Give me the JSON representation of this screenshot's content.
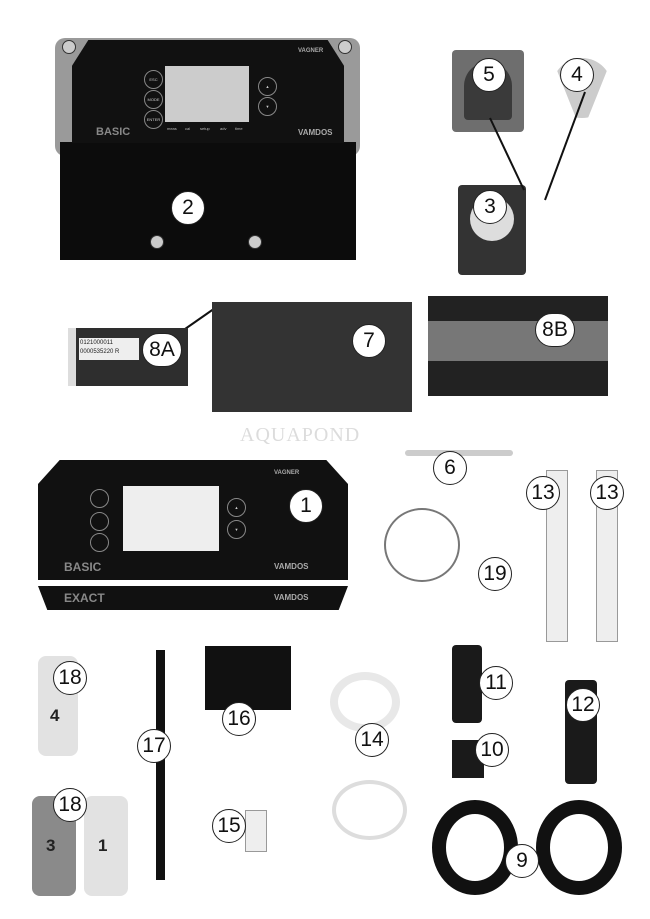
{
  "callouts": {
    "c1": "1",
    "c2": "2",
    "c3": "3",
    "c4": "4",
    "c5": "5",
    "c6": "6",
    "c7": "7",
    "c8a": "8A",
    "c8b": "8B",
    "c9": "9",
    "c10": "10",
    "c11": "11",
    "c12": "12",
    "c13a": "13",
    "c13b": "13",
    "c14": "14",
    "c15": "15",
    "c16": "16",
    "c17": "17",
    "c18a": "18",
    "c18b": "18",
    "c19": "19"
  },
  "controller": {
    "brand_top": "VAGNER",
    "model": "BASIC",
    "brand_bottom": "VAMDOS",
    "keys": {
      "esc": "ESC",
      "mode": "MODE",
      "enter": "ENTER"
    },
    "softkeys": [
      "meas",
      "cal",
      "setup",
      "adv",
      "time"
    ]
  },
  "faceplate": {
    "model_basic": "BASIC",
    "model_exact": "EXACT",
    "brand_top": "VAGNER",
    "brand_bottom": "VAMDOS"
  },
  "pcb_label": {
    "line1": "0121000011",
    "line2": "0000535220 R"
  },
  "bottles": {
    "b1": "4",
    "b2": "3",
    "b3": "1"
  },
  "watermark": "AQUAPOND"
}
